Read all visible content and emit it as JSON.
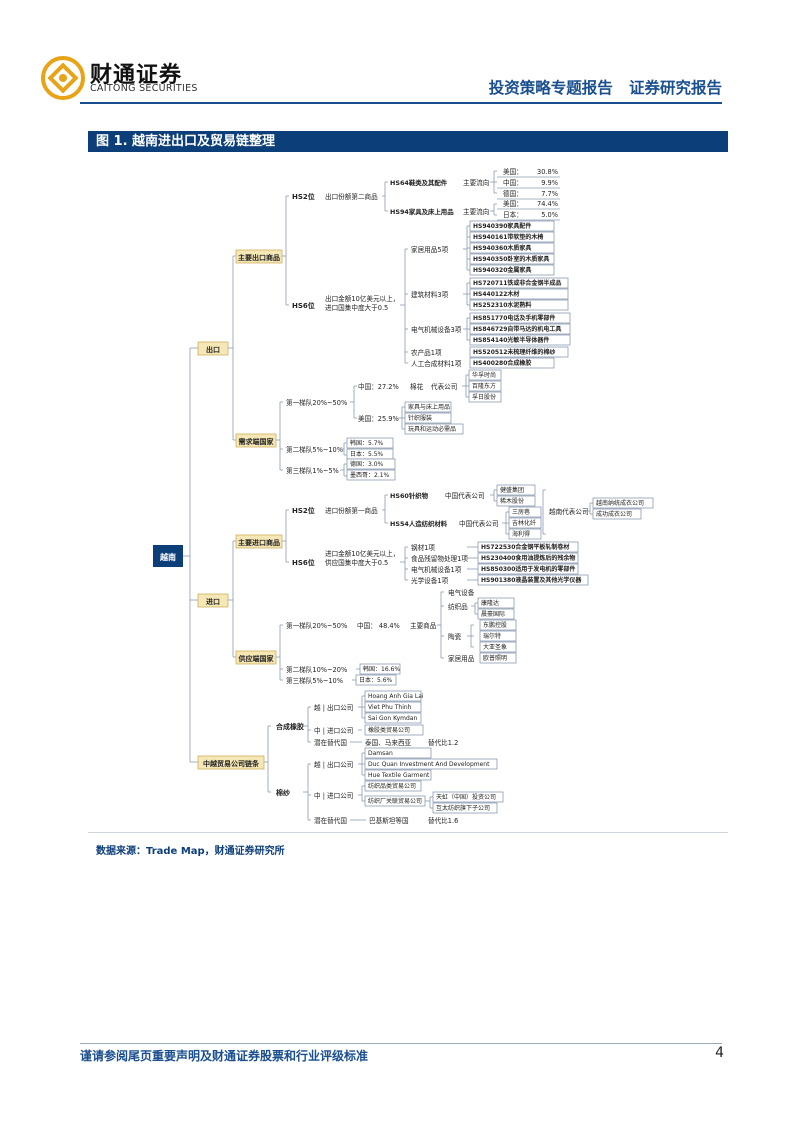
{
  "header": {
    "company_cn": "财通证券",
    "company_en": "CAITONG SECURITIES",
    "report_type": "投资策略专题报告   证券研究报告"
  },
  "figure": {
    "title": "图 1. 越南进出口及贸易链整理",
    "source": "数据来源：Trade Map，财通证券研究所"
  },
  "footer": {
    "note": "谨请参阅尾页重要声明及财通证券股票和行业评级标准",
    "page": "4"
  },
  "colors": {
    "brand_blue": "#0c3e7a",
    "node_fill": "#f5e7b6",
    "logo_gold": "#e8a317"
  },
  "tree": {
    "root": "越南",
    "l1": {
      "export": "出口",
      "import": "进口",
      "chain": "中越贸易公司链条"
    },
    "export": {
      "main_goods": "主要出口商品",
      "demand_countries": "需求端国家",
      "hs2_label": "HS2位",
      "hs2_desc": "出口份额第二商品",
      "hs64": "HS64鞋类及其配件",
      "hs94": "HS94家具及床上用品",
      "flow": "主要流向",
      "hs64_dest": [
        [
          "美国：",
          "30.8%"
        ],
        [
          "中国：",
          "9.9%"
        ],
        [
          "德国：",
          "7.7%"
        ]
      ],
      "hs94_dest": [
        [
          "美国：",
          "74.4%"
        ],
        [
          "日本：",
          "5.0%"
        ]
      ],
      "hs6_label": "HS6位",
      "hs6_desc": [
        "出口金额10亿美元以上，",
        "进口国集中度大于0.5"
      ],
      "cat_furniture": "家居用品5项",
      "furniture_items": [
        "HS940390家具配件",
        "HS940161带软垫的木椅",
        "HS940360木质家具",
        "HS940350卧室的木质家具",
        "HS940320金属家具"
      ],
      "cat_building": "建筑材料3项",
      "building_items": [
        "HS720711铁或非合金钢半成品",
        "HS440122木材",
        "HS252310水泥熟料"
      ],
      "cat_mech": "电气机械设备3项",
      "mech_items": [
        "HS851770电话及手机零部件",
        "HS846729自带马达的机电工具",
        "HS854140光敏半导体器件"
      ],
      "cat_agri": "农产品1项",
      "agri_item": "HS520512未梳理纤维的棉纱",
      "cat_rubber": "人工合成材料1项",
      "rubber_item": "HS400280合成橡胶",
      "tier1": "第一梯队20%~50%",
      "tier2": "第二梯队5%~10%",
      "tier3": "第三梯队1%~5%",
      "china_share": "中国：27.2%",
      "us_share": "美国：25.9%",
      "cotton": "棉花",
      "rep_co": "代表公司",
      "cotton_cos": [
        "华孚时尚",
        "百隆东方",
        "孚日股份"
      ],
      "us_items": [
        "家具与床上用品",
        "针织服装",
        "玩具和运动必需品"
      ],
      "tier2_list": [
        "韩国：5.7%",
        "日本：5.5%"
      ],
      "tier3_list": [
        "德国：3.0%",
        "墨西哥：2.1%"
      ]
    },
    "import": {
      "main_goods": "主要进口商品",
      "supply_countries": "供应端国家",
      "hs2_label": "HS2位",
      "hs2_desc": "进口份额第一商品",
      "hs60": "HS60针织物",
      "hs54": "HS54人造纺织材料",
      "cn_rep": "中国代表公司",
      "hs60_cos": [
        "健盛集团",
        "稀木股份"
      ],
      "hs54_cos": [
        "三房巷",
        "吉林化纤",
        "海利得"
      ],
      "vn_rep": "越南代表公司",
      "vn_cos": [
        "越南纳统成衣公司",
        "成功成衣公司"
      ],
      "hs6_label": "HS6位",
      "hs6_desc": [
        "进口金额10亿美元以上，",
        "供应国集中度大于0.5"
      ],
      "hs6_rows": [
        [
          "钢材1项",
          "HS722530合金钢平板轧制卷材"
        ],
        [
          "食品残留物处理1项",
          "HS230400食用油提炼后的残余物"
        ],
        [
          "电气机械设备1项",
          "HS850300适用于发电机的零部件"
        ],
        [
          "光学设备1项",
          "HS901380液晶装置及其他光学仪器"
        ]
      ],
      "tier1": "第一梯队20%~50%",
      "china_share": "中国：  48.4%",
      "main_goods_short": "主要商品",
      "elec": "电气设备",
      "textile": "纺织品",
      "textile_cos": [
        "康隆达",
        "晨豪国际"
      ],
      "ceramics": "陶瓷",
      "ceramics_cos": [
        "东鹏控股",
        "瑞尔特",
        "大亚圣象"
      ],
      "home": "家居用品",
      "home_cos": [
        "欧普照明"
      ],
      "tier2": "第二梯队10%~20%",
      "korea": "韩国：16.6%",
      "tier3": "第三梯队5%~10%",
      "japan": "日本：5.6%"
    },
    "chain": {
      "rubber": "合成橡胶",
      "rubber_vn": "越 | 出口公司",
      "rubber_vn_cos": [
        "Hoang Anh Gia Lai",
        "Viet Phu Thinh",
        "Sai Gon Kymdan"
      ],
      "rubber_cn": "中 | 进口公司",
      "rubber_cn_co": "橡胶类贸易公司",
      "rubber_sub": "潜在替代国",
      "rubber_sub_val": "泰国、马来西亚",
      "rubber_ratio": "替代比1.2",
      "yarn": "棉纱",
      "yarn_vn": "越 | 出口公司",
      "yarn_vn_cos": [
        "Damsan",
        "Duc Quan Investment And Development",
        "Hue Textile Garment"
      ],
      "yarn_cn": "中 | 进口公司",
      "yarn_cn_co1": "纺织品类贸易公司",
      "yarn_cn_co2": "纺织厂关联贸易公司",
      "yarn_cn_cos": [
        "天虹（中国）投资公司",
        "互太纺织旗下子公司"
      ],
      "yarn_sub": "潜在替代国",
      "yarn_sub_val": "巴基斯坦等国",
      "yarn_ratio": "替代比1.6"
    }
  }
}
